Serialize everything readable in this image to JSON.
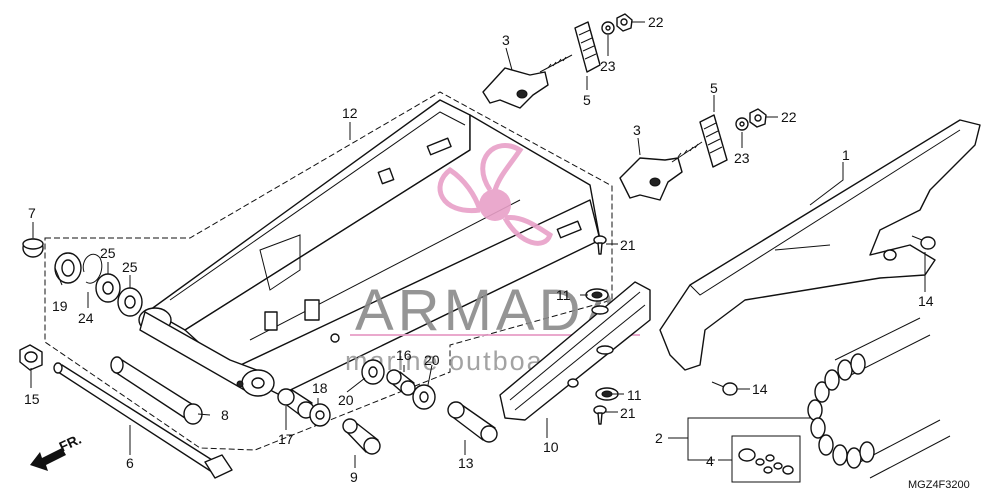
{
  "callouts": {
    "c1": "1",
    "c2": "2",
    "c3a": "3",
    "c3b": "3",
    "c4": "4",
    "c5a": "5",
    "c5b": "5",
    "c6": "6",
    "c7": "7",
    "c8": "8",
    "c9": "9",
    "c10": "10",
    "c11a": "11",
    "c11b": "11",
    "c12": "12",
    "c13": "13",
    "c14a": "14",
    "c14b": "14",
    "c15": "15",
    "c16": "16",
    "c17": "17",
    "c18": "18",
    "c19": "19",
    "c20a": "20",
    "c20b": "20",
    "c21a": "21",
    "c21b": "21",
    "c22a": "22",
    "c22b": "22",
    "c23a": "23",
    "c23b": "23",
    "c24": "24",
    "c25a": "25",
    "c25b": "25"
  },
  "direction_label": "FR.",
  "diagram_code": "MGZ4F3200",
  "watermark": {
    "title": "ARMADA",
    "subtitle": "marine outboards",
    "accent_color": "#e8a0c8"
  }
}
